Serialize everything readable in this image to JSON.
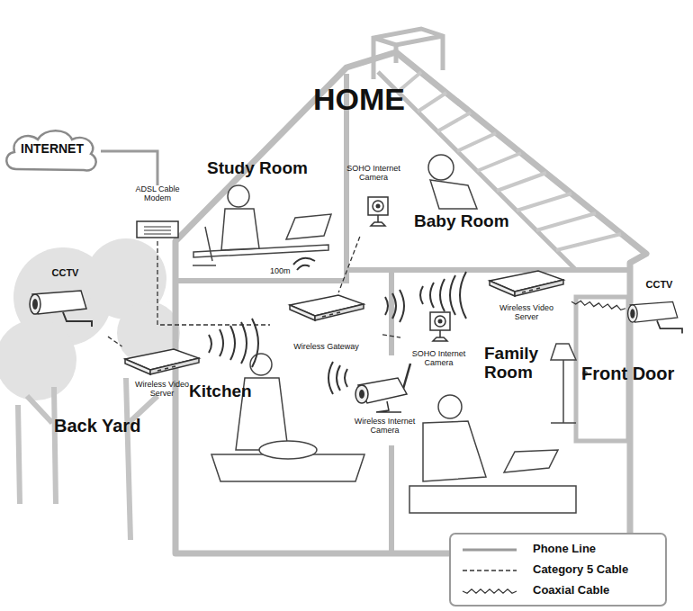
{
  "diagram": {
    "title": "HOME",
    "nodes": [
      {
        "text": [
          "INTERNET"
        ]
      },
      {
        "text": [
          "ADSL Cable Modem"
        ]
      },
      {
        "text": [
          "Study Room"
        ]
      },
      {
        "text": [
          "Baby Room"
        ]
      },
      {
        "text": [
          "SOHO Internet Camera"
        ],
        "in": 3
      },
      {
        "text": [
          "CCTV"
        ]
      },
      {
        "text": [
          "Wireless Video Server"
        ]
      },
      {
        "text": [
          "Wireless Gateway"
        ]
      },
      {
        "text": [
          "Kitchen"
        ]
      },
      {
        "text": [
          "Wireless Internet Camera"
        ],
        "in": 8
      },
      {
        "text": [
          "Family Room"
        ]
      },
      {
        "text": [
          "Wireless Video Server"
        ],
        "in": 10
      },
      {
        "text": [
          "SOHO Internet Camera"
        ],
        "in": 10
      },
      {
        "text": [
          "CCTV"
        ]
      }
    ],
    "edges": [
      {
        "from": 0,
        "to": 1,
        "arrow": "none"
      },
      {
        "from": 1,
        "to": 7,
        "arrow": "none"
      },
      {
        "from": 7,
        "to": 12,
        "arrow": "none"
      },
      {
        "from": 4,
        "to": 7,
        "arrow": "none"
      },
      {
        "from": 5,
        "to": 6,
        "arrow": "none"
      },
      {
        "from": 11,
        "to": 13,
        "arrow": "none"
      }
    ],
    "labels": [
      "100m",
      "Back Yard",
      "Front Door"
    ],
    "legend": [
      {
        "text": "Phone Line"
      },
      {
        "text": "Category 5 Cable"
      },
      {
        "text": "Coaxial Cable"
      }
    ]
  }
}
